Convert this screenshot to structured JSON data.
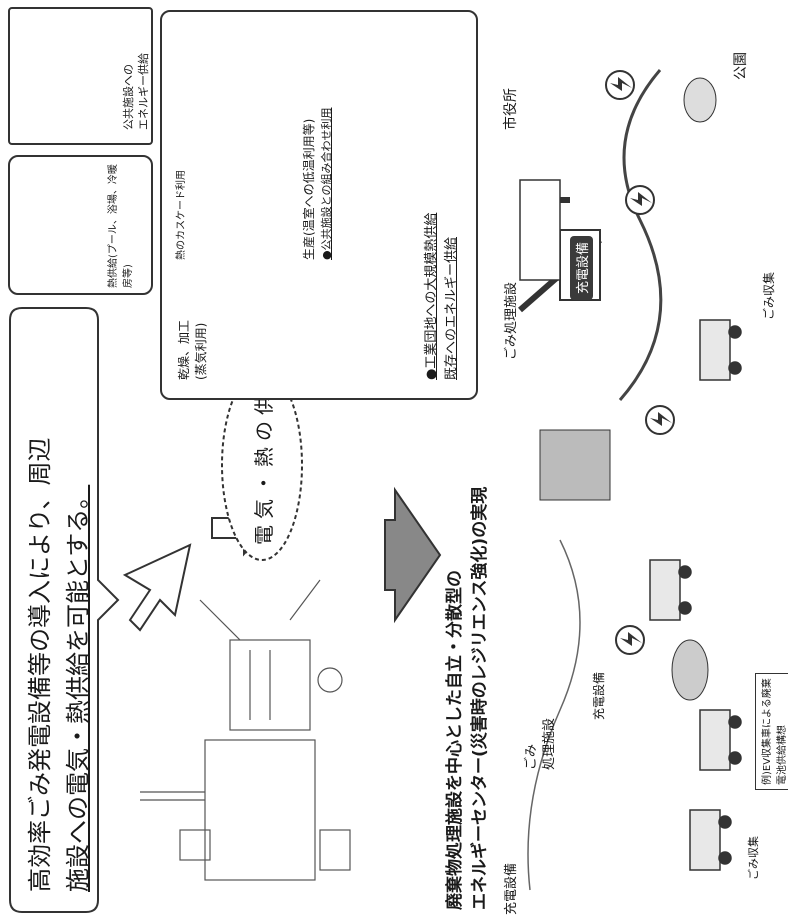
{
  "headline": {
    "line1": "高効率ごみ発電設備等の導入により、周辺",
    "line2": "施設への電気・熱供給を可能とする。"
  },
  "supply_label": "電気・熱の供給",
  "facilities": {
    "heat_pool": "熱供給(プール、浴場、冷暖房等)",
    "public_energy_line1": "公共施設への",
    "public_energy_line2": "エネルギー供給"
  },
  "uses": {
    "drying_line1": "乾燥、加工",
    "drying_line2": "(蒸気利用)",
    "cascade": "熱のカスケード利用",
    "greenhouse": "生産(温室への低温利用等)",
    "combination": "●公共施設との組み合わせ利用",
    "industrial_line1": "●工業団地への大規模熱供給",
    "industrial_line2": "既存へのエネルギー供給"
  },
  "bottom": {
    "line1": "廃棄物処理施設を中心とした自立・分散型の",
    "line2": "エネルギーセンター(災害時のレジリエンス強化)の実現"
  },
  "left_scene": {
    "waste_treatment_line1": "ごみ",
    "waste_treatment_line2": "処理施設",
    "charging": "充電設備",
    "left_edge": "充電設備",
    "waste_collection": "ごみ収集",
    "note_line1": "例)EV収集車による廃棄",
    "note_line2": "電池供給構想"
  },
  "right_scene": {
    "waste_plant": "ごみ処理施設",
    "charging": "充電設備",
    "city_hall": "市役所",
    "park": "公園",
    "waste_collection": "ごみ収集"
  },
  "icons": [
    "lightning-icon",
    "factory-icon",
    "truck-icon",
    "pool-icon",
    "building-icon"
  ]
}
